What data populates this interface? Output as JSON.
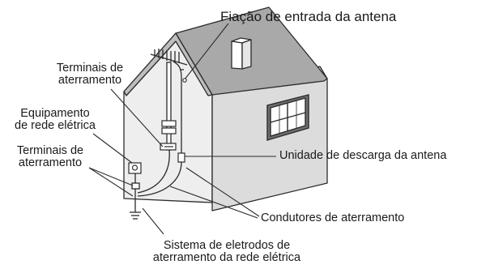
{
  "labels": {
    "antenna_lead_in": "Fiação de entrada da antena",
    "grounding_clamps_top_1": "Terminais de",
    "grounding_clamps_top_2": "aterramento",
    "power_equipment_1": "Equipamento",
    "power_equipment_2": "de rede elétrica",
    "grounding_clamps_left_1": "Terminais de",
    "grounding_clamps_left_2": "aterramento",
    "discharge_unit": "Unidade de descarga da antena",
    "grounding_conductors": "Condutores de aterramento",
    "electrode_system_1": "Sistema de eletrodos de",
    "electrode_system_2": "aterramento da rede elétrica"
  },
  "colors": {
    "roof": "#a9a9a9",
    "wall_front": "#eeeeee",
    "wall_side": "#dcdcdc",
    "line": "#2b2b2b",
    "window_glass": "#ffffff"
  }
}
